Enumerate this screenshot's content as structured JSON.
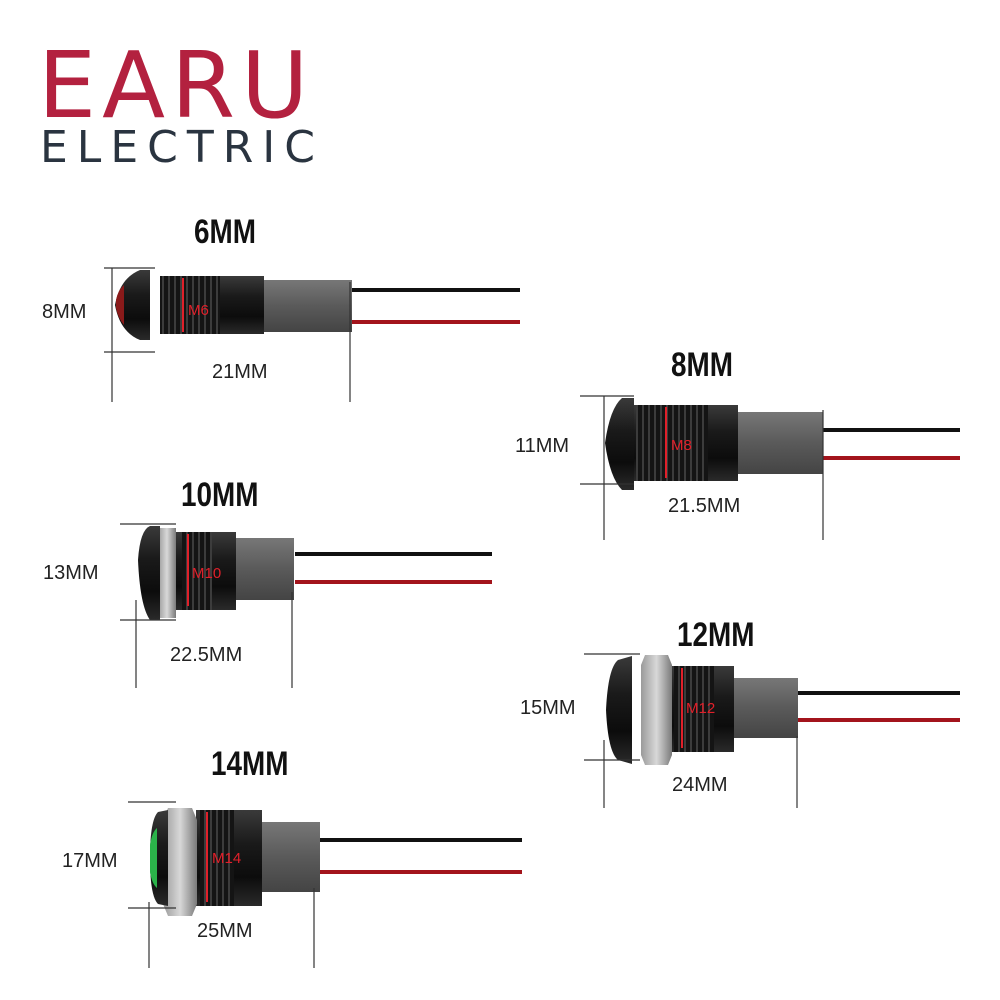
{
  "brand": {
    "name": "EARU",
    "subtitle": "ELECTRIC",
    "name_color": "#b3213f",
    "subtitle_color": "#2a3440"
  },
  "colors": {
    "black_wire": "#111111",
    "red_wire": "#a3141c",
    "housing": "#5a5a5a",
    "body": "#1a1a1a",
    "measure_red": "#e0202a"
  },
  "indicators": [
    {
      "size_label": "6MM",
      "diameter": "8MM",
      "length": "21MM",
      "thread": "M6"
    },
    {
      "size_label": "8MM",
      "diameter": "11MM",
      "length": "21.5MM",
      "thread": "M8"
    },
    {
      "size_label": "10MM",
      "diameter": "13MM",
      "length": "22.5MM",
      "thread": "M10"
    },
    {
      "size_label": "12MM",
      "diameter": "15MM",
      "length": "24MM",
      "thread": "M12"
    },
    {
      "size_label": "14MM",
      "diameter": "17MM",
      "length": "25MM",
      "thread": "M14"
    }
  ]
}
